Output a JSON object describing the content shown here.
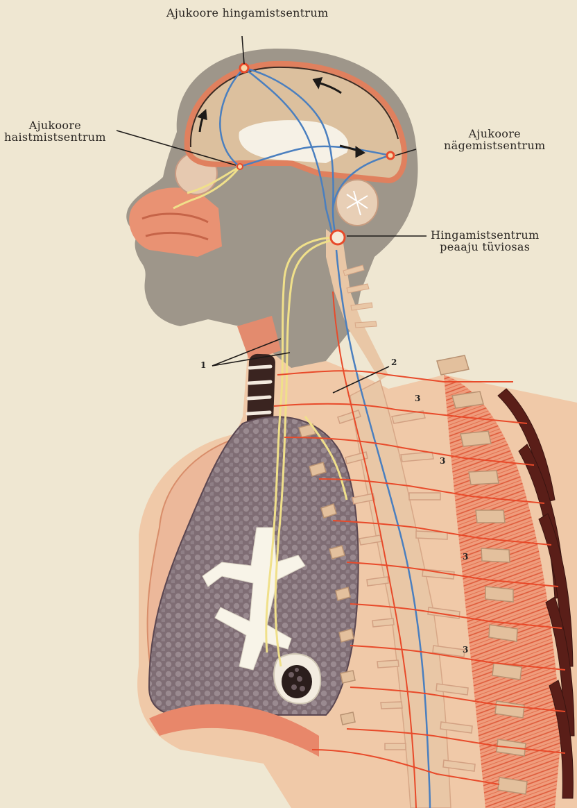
{
  "labels": {
    "breathing_center_cortex": "Ajukoore  hingamistsentrum",
    "smell_center": [
      "Ajukoore",
      "haistmistsentrum"
    ],
    "vision_center": [
      "Ajukoore",
      "nägemistsentrum"
    ],
    "brainstem_center": [
      "Hingamistsentrum",
      "peaaju tüviosas"
    ]
  },
  "numbers": {
    "n1": "1",
    "n2": "2",
    "n3": [
      "3",
      "3",
      "3",
      "3"
    ]
  },
  "colors": {
    "paper": "#efe7d2",
    "head": "#9e968a",
    "brain": "#dcc09e",
    "cortex_edge": "#e0805e",
    "nerve_blue": "#4a7fbf",
    "nerve_red": "#e84a2a",
    "nerve_yellow": "#f0e08a",
    "lung": "#7d6a72",
    "spine": "#e9c7a6"
  }
}
